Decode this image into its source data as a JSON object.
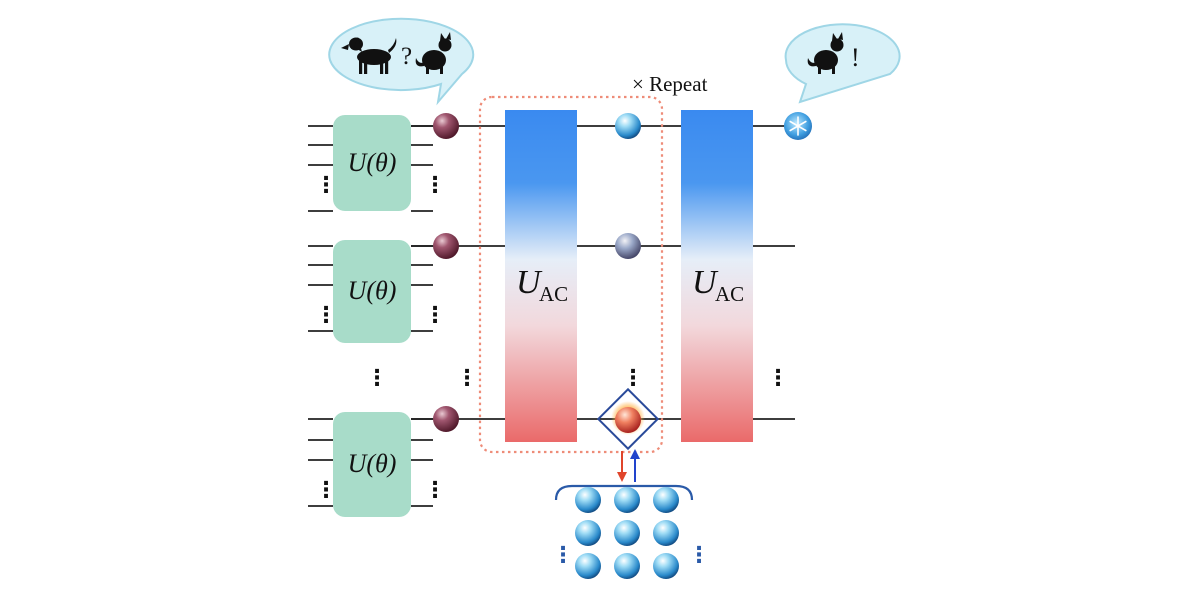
{
  "gate_label": "U(θ)",
  "uac_label": {
    "main": "U",
    "sub": "AC"
  },
  "repeat_label": "× Repeat",
  "bubble_left": {
    "punct": "?"
  },
  "bubble_right": {
    "punct": "!"
  },
  "vdots": "⋮",
  "colors": {
    "gate_fill": "#a8dcc9",
    "wire": "#222222",
    "repeat_box": "#ee8c78",
    "bubble_fill": "#d8f1f8",
    "bubble_stroke": "#9fd6e6",
    "arrow_down": "#e0452b",
    "arrow_up": "#2244cc",
    "diamond": "#2a4a9a",
    "brace": "#2a5aa8"
  }
}
